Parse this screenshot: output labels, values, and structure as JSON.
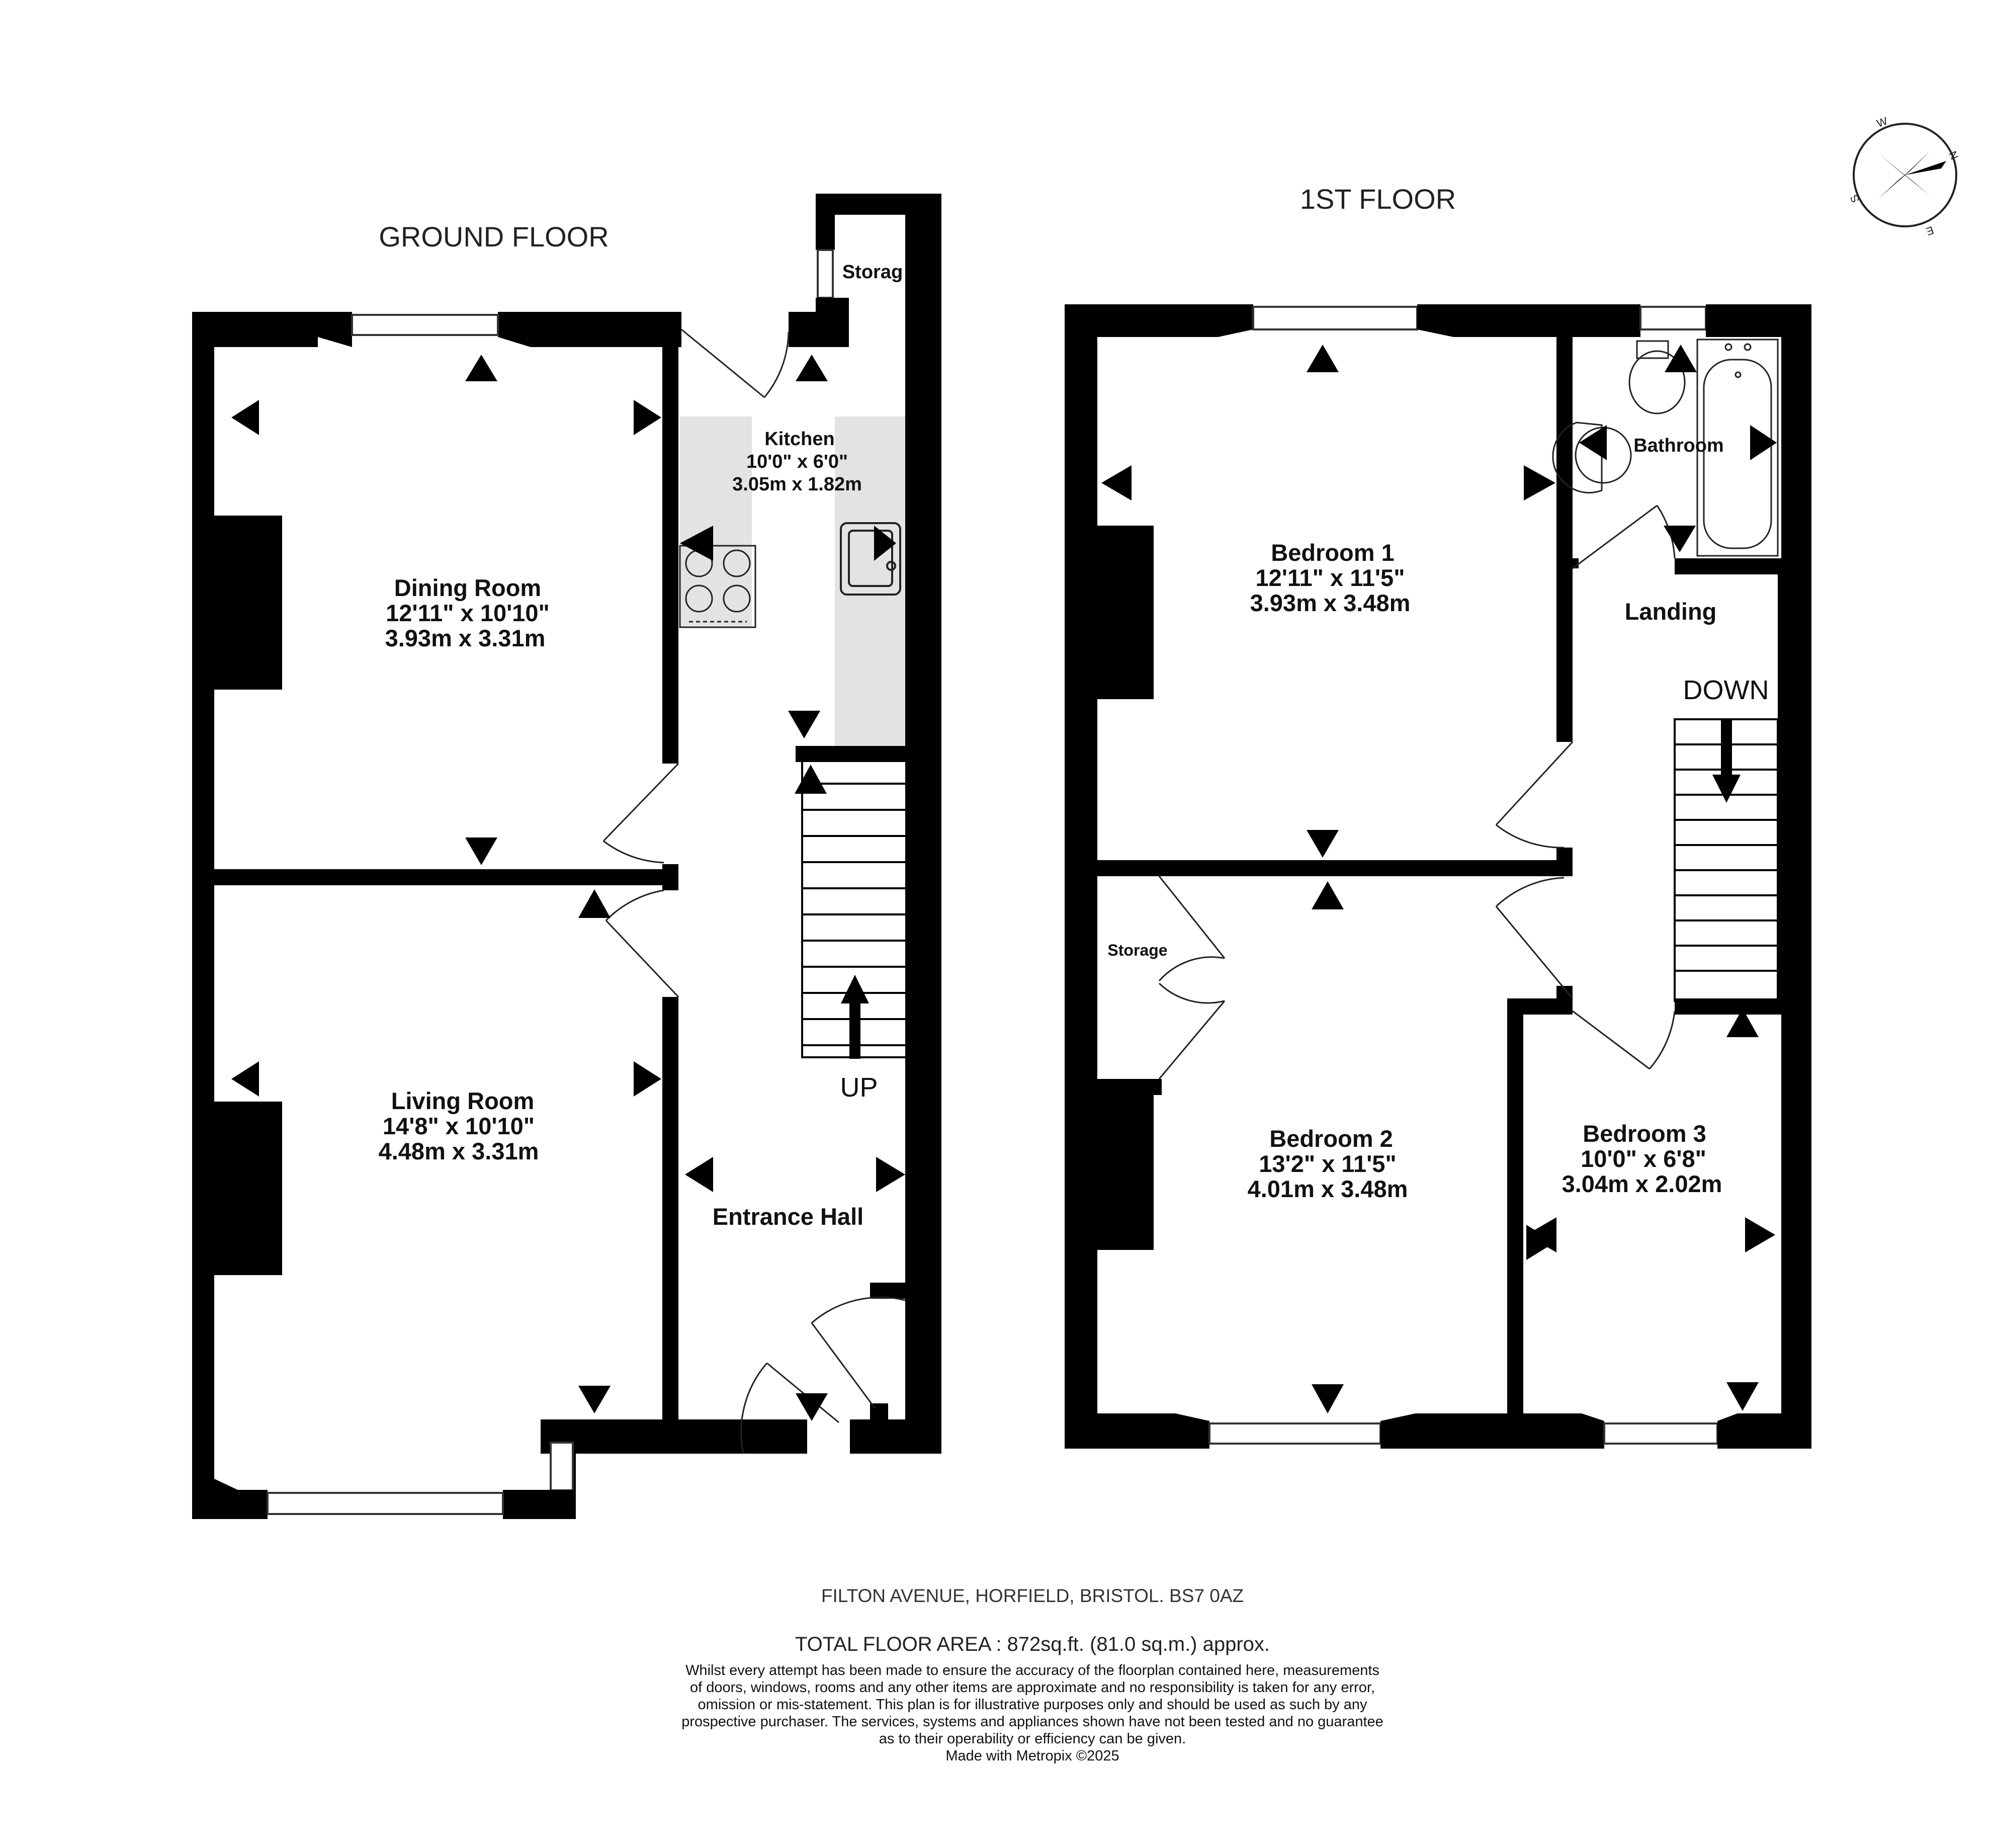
{
  "floors": {
    "ground": {
      "title": "GROUND FLOOR",
      "stairs_label": "UP",
      "rooms": {
        "dining": {
          "name": "Dining Room",
          "imperial": "12'11\"  x 10'10\"",
          "metric": "3.93m  x 3.31m"
        },
        "living": {
          "name": "Living Room",
          "imperial": "14'8\"  x 10'10\"",
          "metric": "4.48m  x 3.31m"
        },
        "kitchen": {
          "name": "Kitchen",
          "imperial": "10'0\"  x 6'0\"",
          "metric": "3.05m  x 1.82m"
        },
        "hall": {
          "name": "Entrance Hall"
        },
        "storage": {
          "name": "Storag"
        }
      }
    },
    "first": {
      "title": "1ST FLOOR",
      "stairs_label": "DOWN",
      "rooms": {
        "bed1": {
          "name": "Bedroom 1",
          "imperial": "12'11\"  x 11'5\"",
          "metric": "3.93m  x 3.48m"
        },
        "bed2": {
          "name": "Bedroom 2",
          "imperial": "13'2\"  x 11'5\"",
          "metric": "4.01m  x 3.48m"
        },
        "bed3": {
          "name": "Bedroom 3",
          "imperial": "10'0\"  x 6'8\"",
          "metric": "3.04m  x 2.02m"
        },
        "bathroom": {
          "name": "Bathroom"
        },
        "landing": {
          "name": "Landing"
        },
        "storage": {
          "name": "Storage"
        }
      }
    }
  },
  "footer": {
    "address": "FILTON AVENUE, HORFIELD, BRISTOL. BS7 0AZ",
    "total_area": "TOTAL FLOOR AREA : 872sq.ft. (81.0 sq.m.) approx.",
    "disclaimer": [
      "Whilst every attempt has been made to ensure the accuracy of the floorplan contained here, measurements",
      "of doors, windows, rooms and any other items are approximate and no responsibility is taken for any error,",
      "omission or mis-statement. This plan is for illustrative purposes only and should be used as such by any",
      "prospective purchaser. The services, systems and appliances shown have not been tested and no guarantee",
      "as to their operability or efficiency can be given."
    ],
    "credit": "Made with Metropix ©2025"
  },
  "compass": {
    "letters": [
      "N",
      "E",
      "S",
      "W"
    ],
    "icon": "compass-rose-icon"
  }
}
